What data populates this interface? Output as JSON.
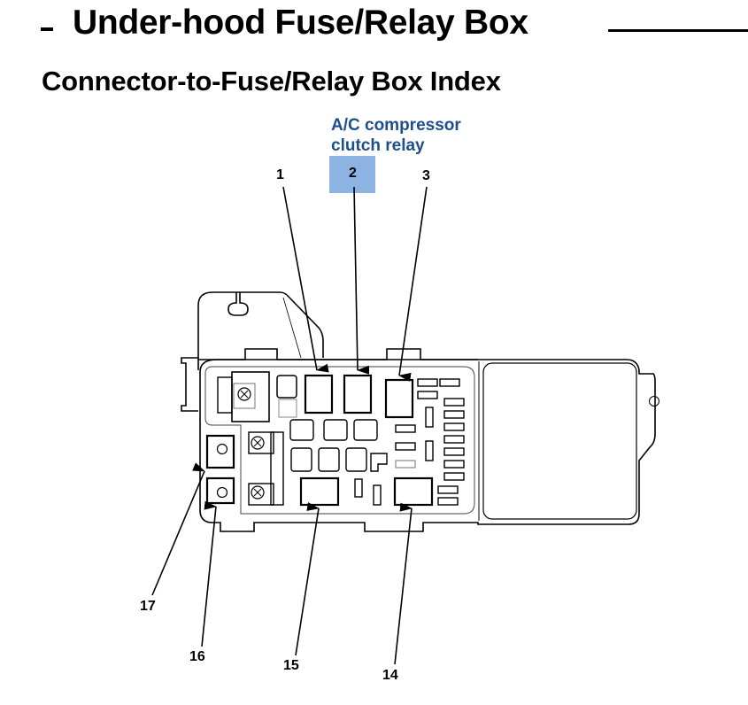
{
  "header": {
    "title": "Under-hood Fuse/Relay Box",
    "subtitle": "Connector-to-Fuse/Relay Box Index"
  },
  "callout": {
    "line1": "A/C compressor",
    "line2": "clutch relay",
    "text_color": "#1f4e8c",
    "highlight_color": "#8db3e2",
    "highlighted_label": "2"
  },
  "labels": {
    "l1": "1",
    "l2": "2",
    "l3": "3",
    "l14": "14",
    "l15": "15",
    "l16": "16",
    "l17": "17"
  },
  "diagram": {
    "name": "Under-hood fuse/relay box",
    "line_color": "#000000",
    "secondary_line_color": "#888888"
  }
}
